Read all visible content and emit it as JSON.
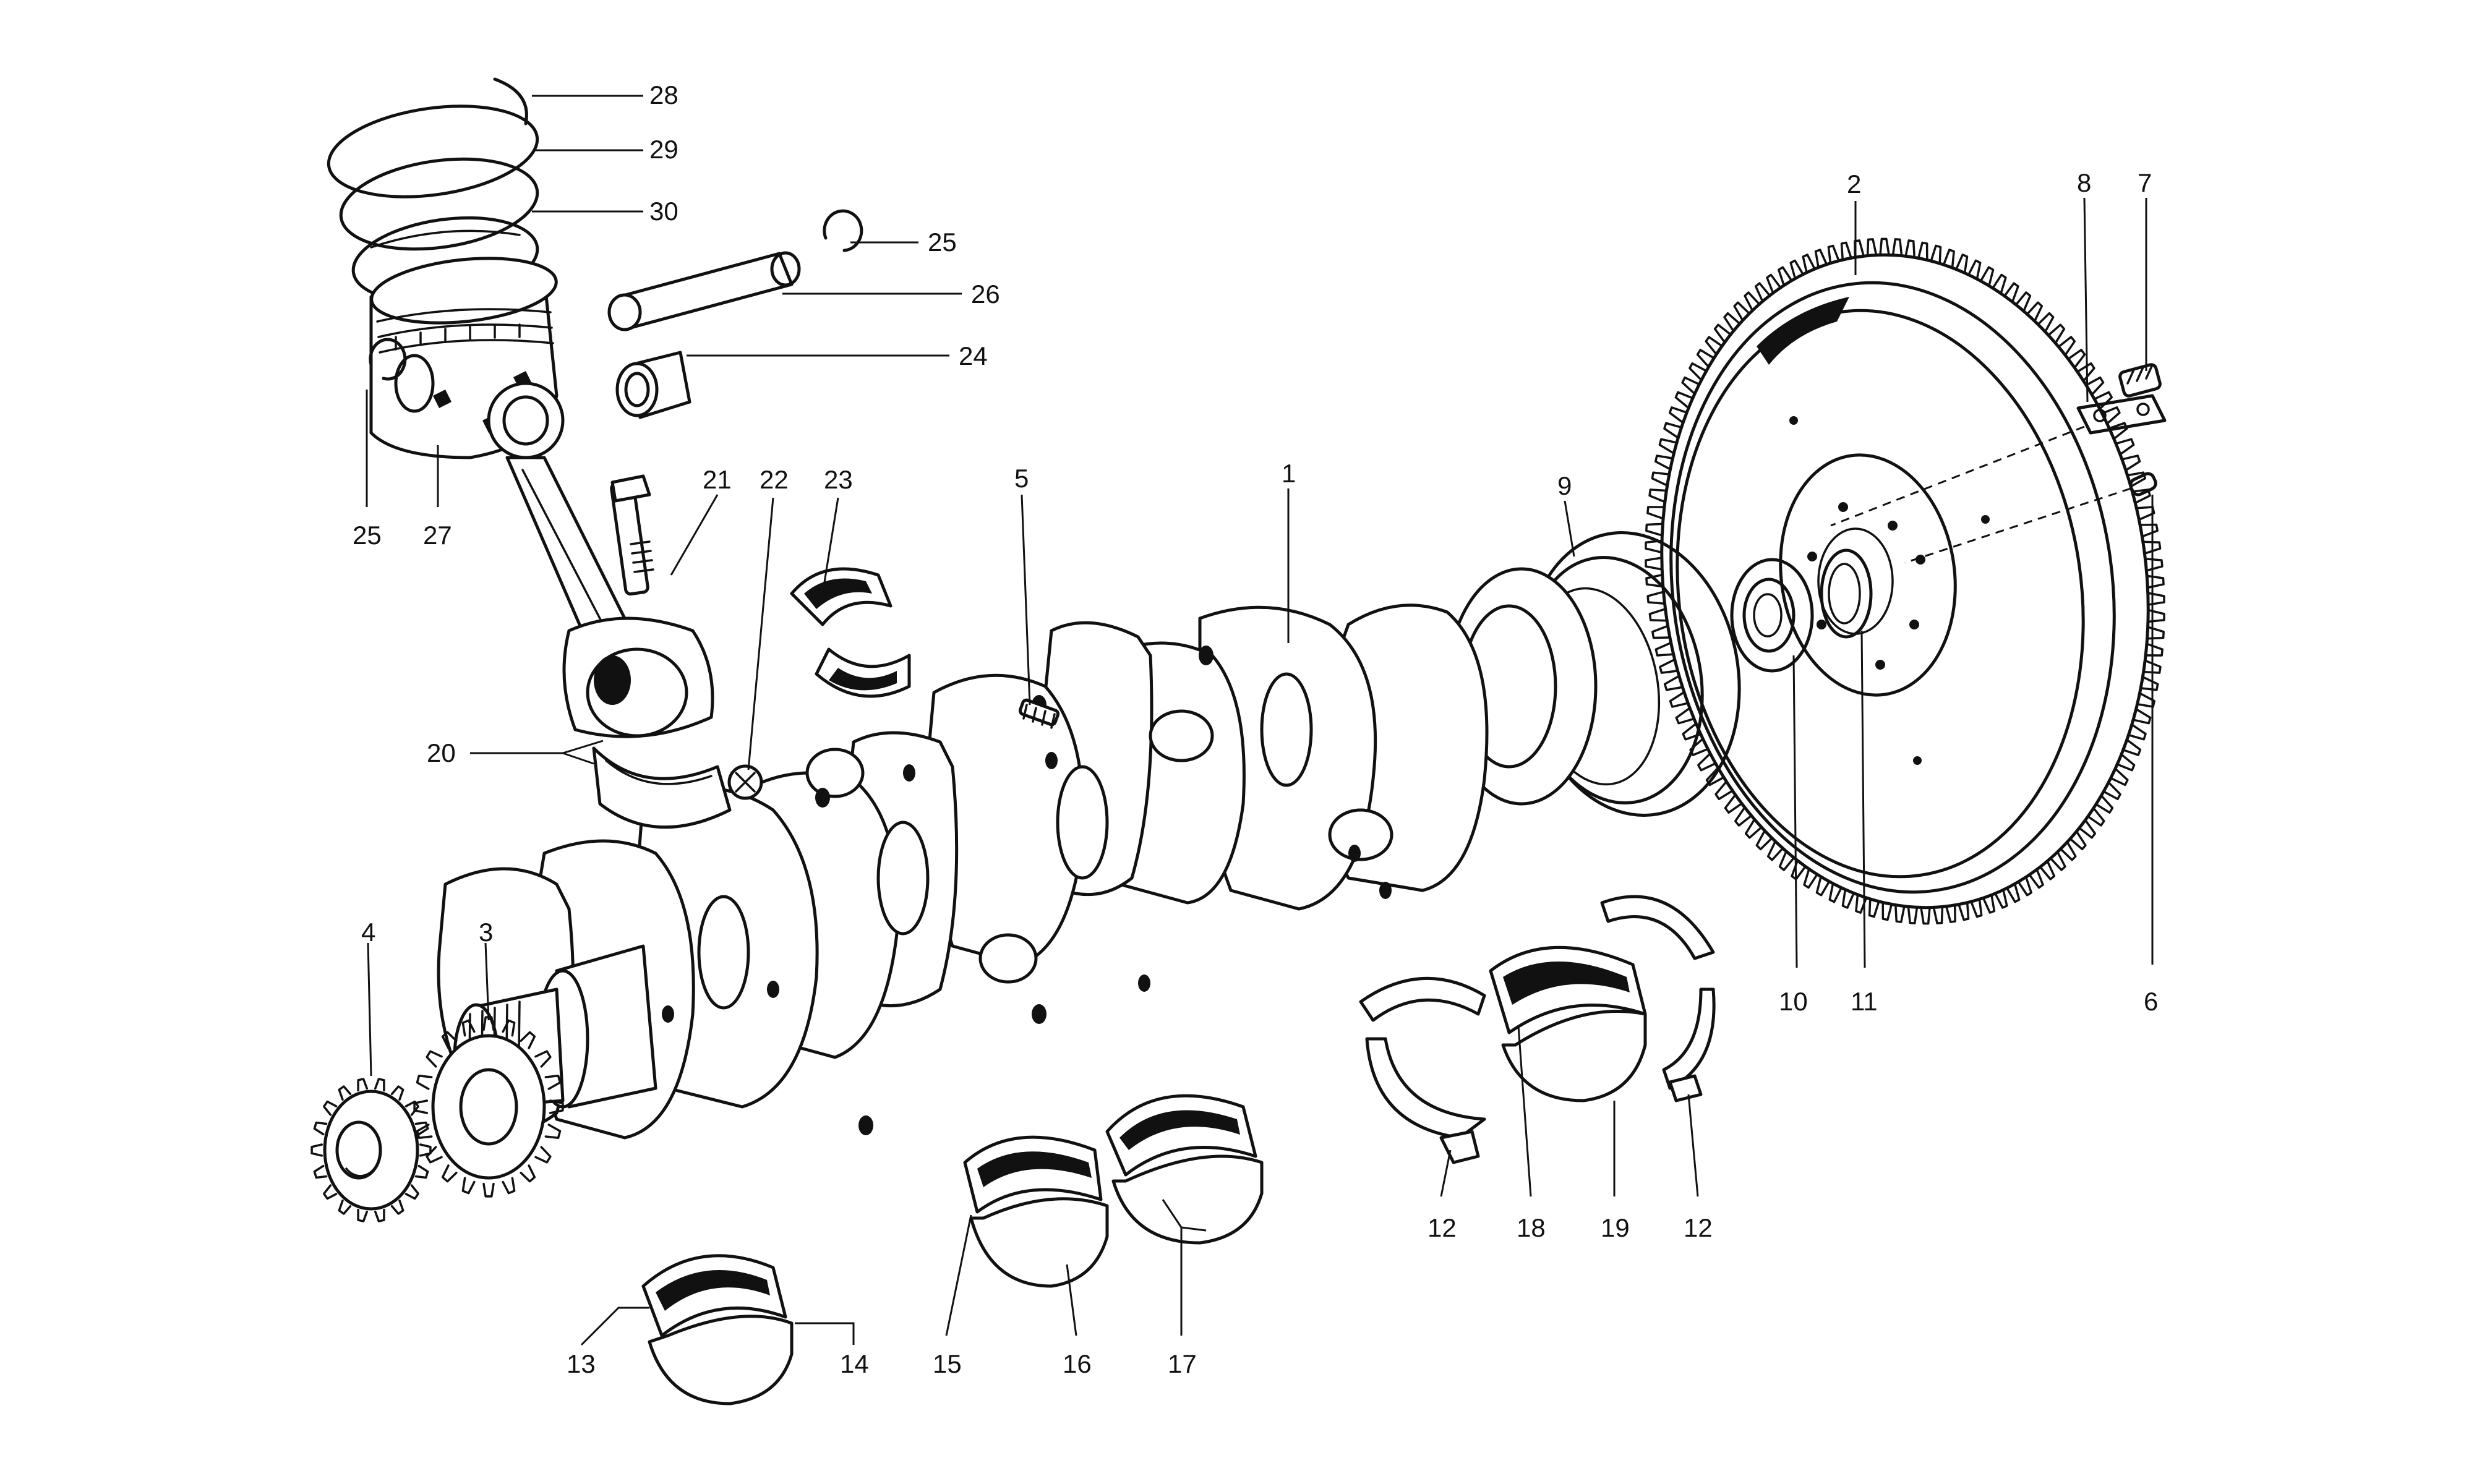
{
  "callouts": [
    {
      "label": "1"
    },
    {
      "label": "2"
    },
    {
      "label": "3"
    },
    {
      "label": "4"
    },
    {
      "label": "5"
    },
    {
      "label": "6"
    },
    {
      "label": "7"
    },
    {
      "label": "8"
    },
    {
      "label": "9"
    },
    {
      "label": "10"
    },
    {
      "label": "11"
    },
    {
      "label": "12"
    },
    {
      "label": "12"
    },
    {
      "label": "13"
    },
    {
      "label": "14"
    },
    {
      "label": "15"
    },
    {
      "label": "16"
    },
    {
      "label": "17"
    },
    {
      "label": "18"
    },
    {
      "label": "19"
    },
    {
      "label": "20"
    },
    {
      "label": "21"
    },
    {
      "label": "22"
    },
    {
      "label": "23"
    },
    {
      "label": "24"
    },
    {
      "label": "25"
    },
    {
      "label": "25"
    },
    {
      "label": "26"
    },
    {
      "label": "27"
    },
    {
      "label": "28"
    },
    {
      "label": "29"
    },
    {
      "label": "30"
    }
  ]
}
